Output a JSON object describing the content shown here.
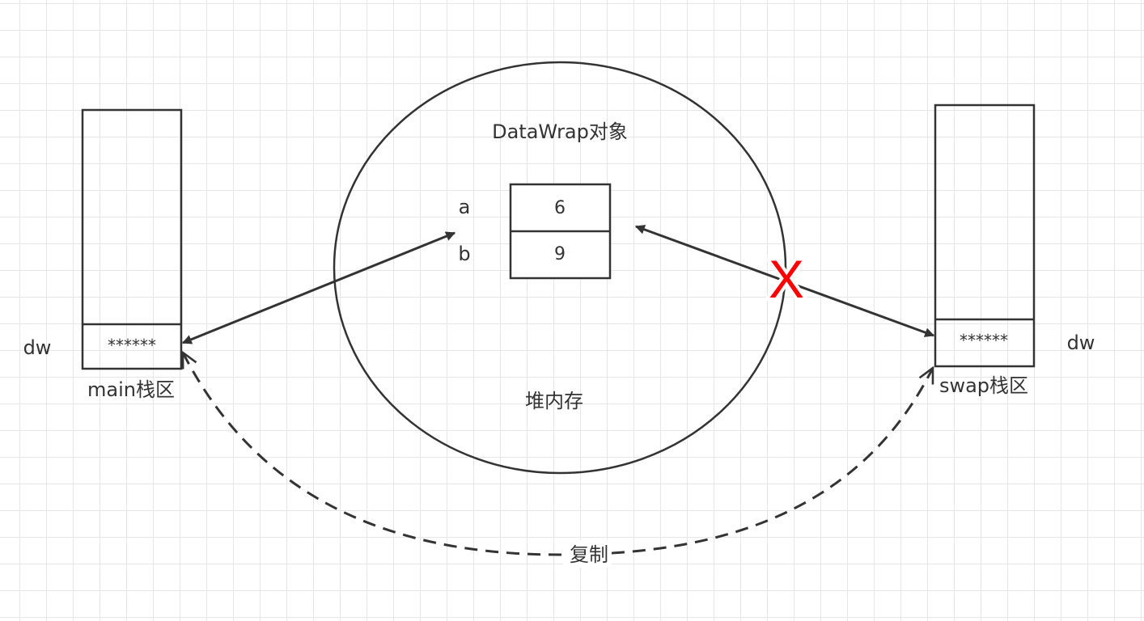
{
  "heap": {
    "object_title": "DataWrap对象",
    "label": "堆内存",
    "fields": [
      {
        "name": "a",
        "value": "6"
      },
      {
        "name": "b",
        "value": "9"
      }
    ]
  },
  "main_stack": {
    "label": "main栈区",
    "var_name": "dw",
    "var_value": "******"
  },
  "swap_stack": {
    "label": "swap栈区",
    "var_name": "dw",
    "var_value": "******"
  },
  "copy_label": "复制",
  "broken_marker": "X",
  "colors": {
    "stroke": "#333333",
    "cross": "#ff0000"
  }
}
